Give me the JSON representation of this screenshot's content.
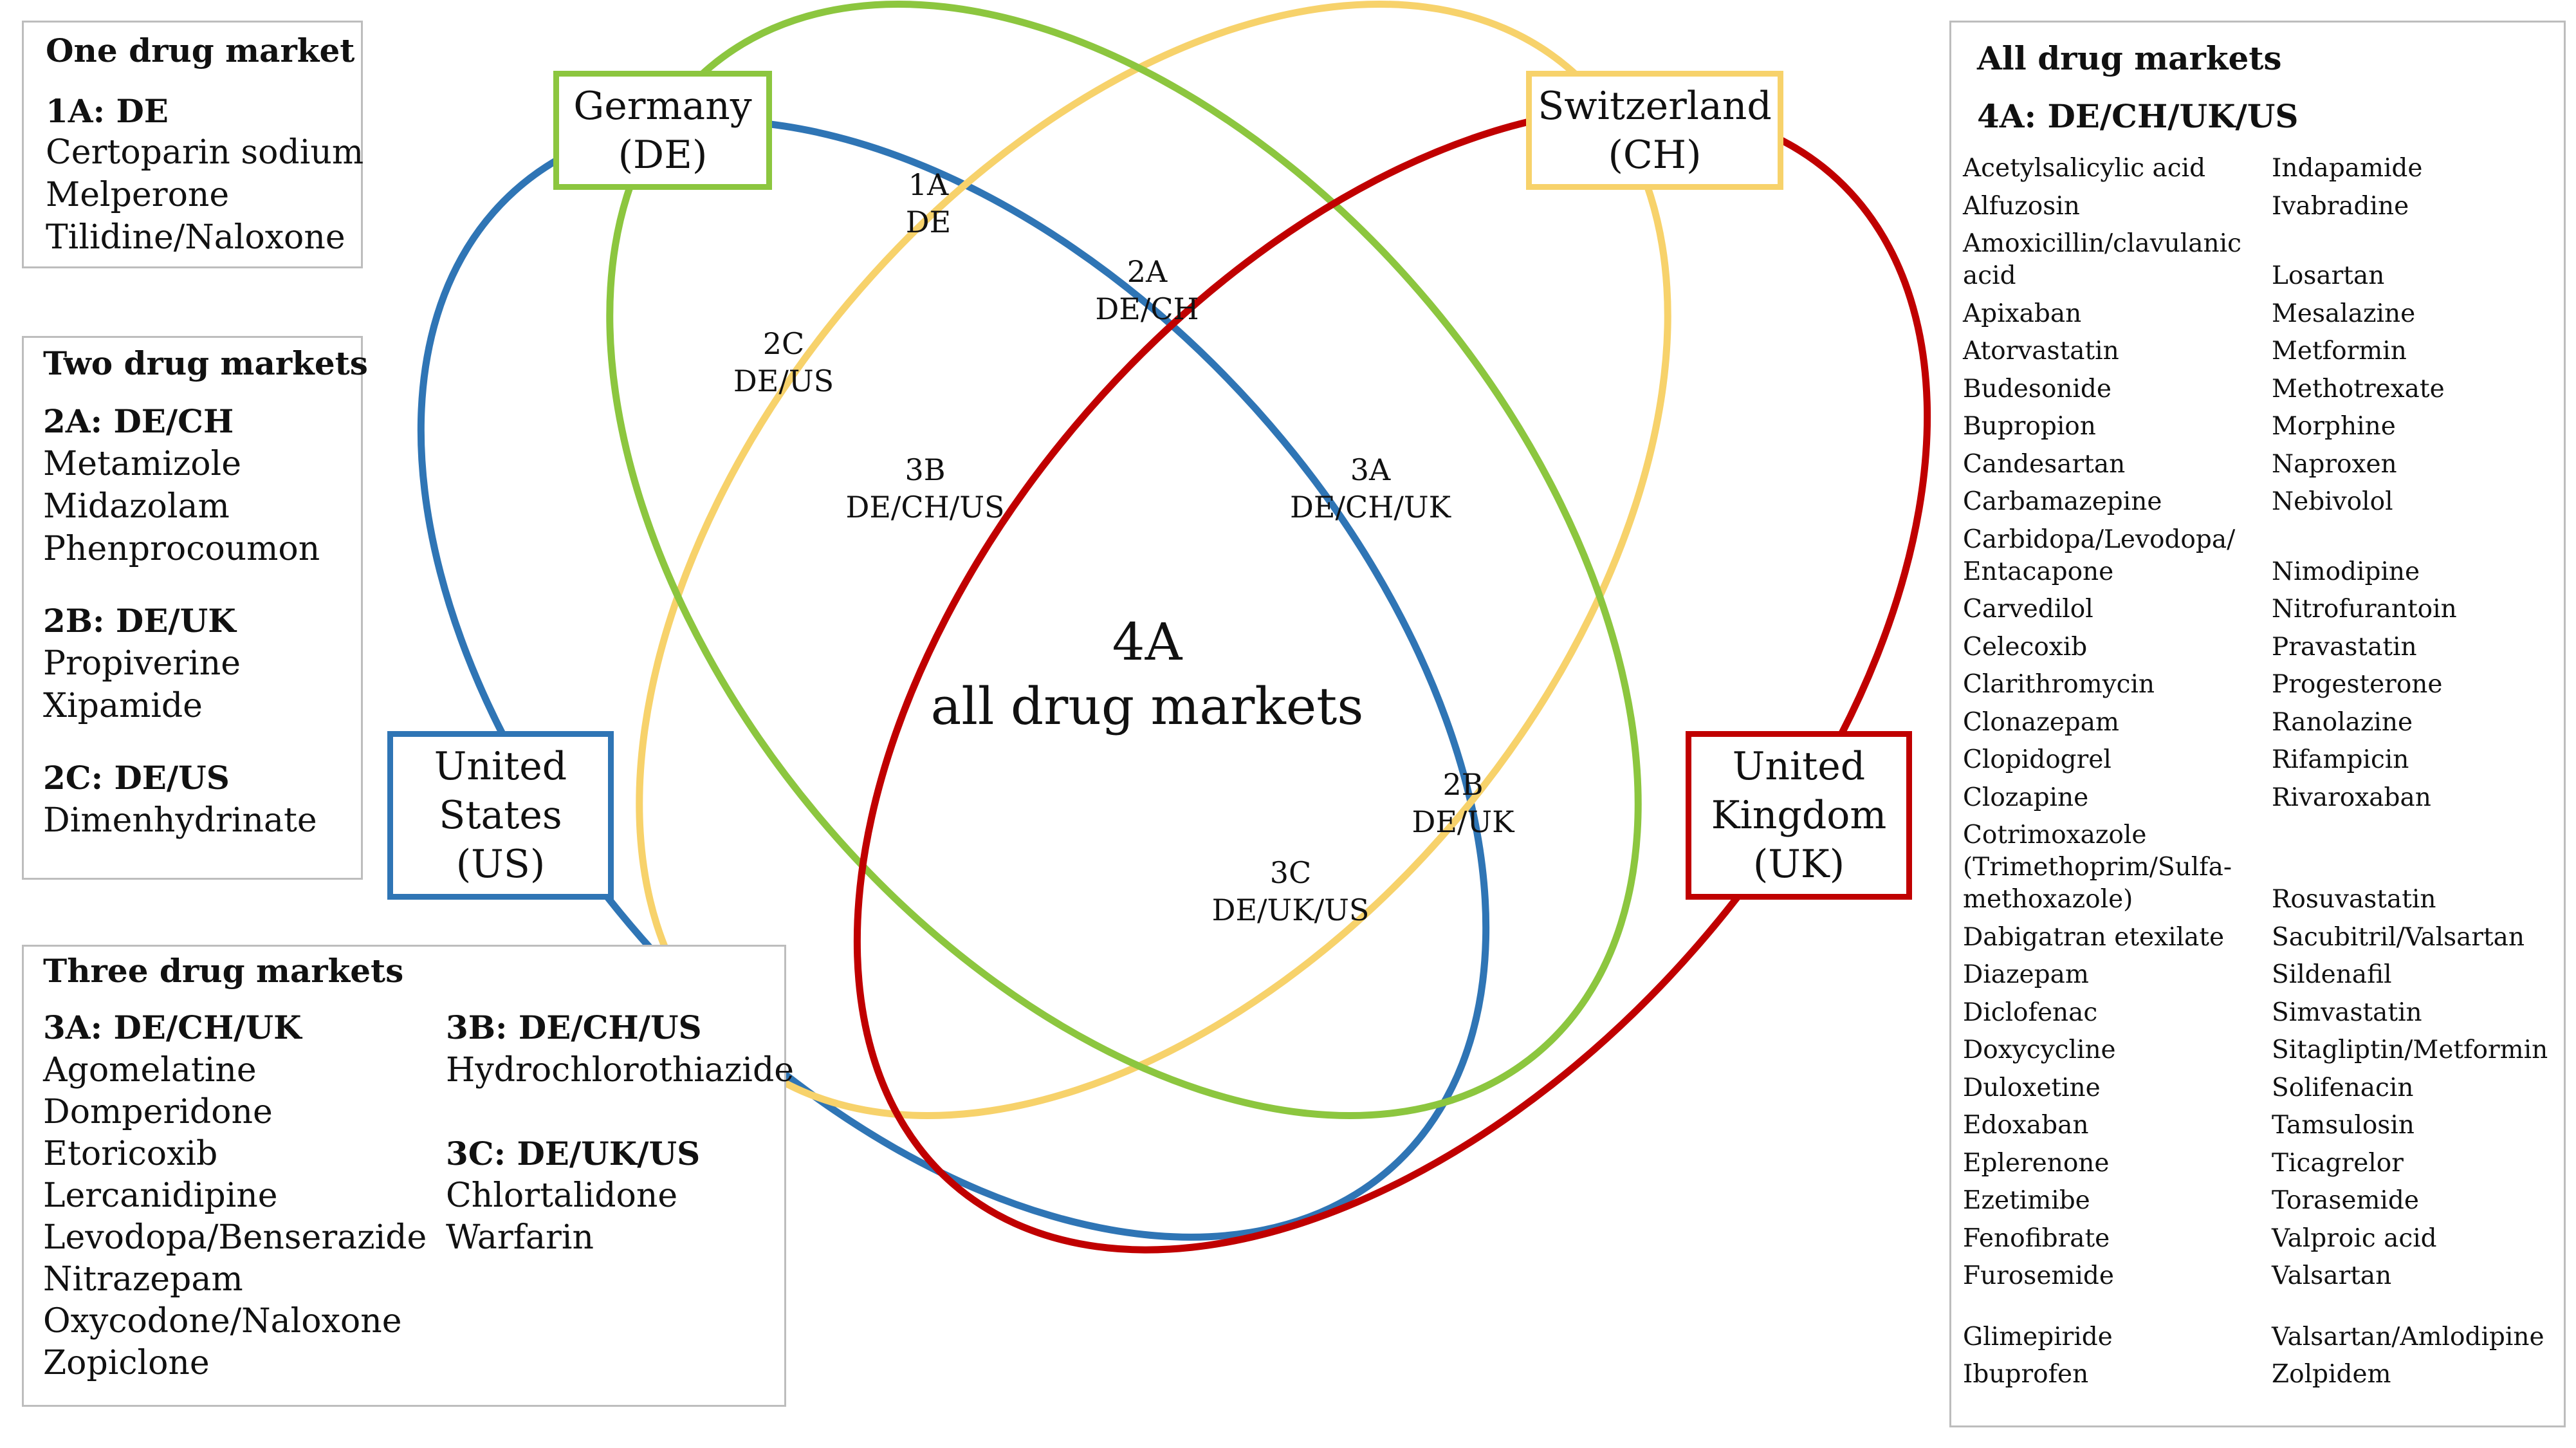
{
  "countries": {
    "germany": {
      "name": "Germany",
      "code": "(DE)",
      "color": "#8cc63f"
    },
    "switzerland": {
      "name": "Switzerland",
      "code": "(CH)",
      "color": "#f7d26b"
    },
    "united_states": {
      "line1": "United",
      "line2": "States",
      "code": "(US)",
      "color": "#2f75b5"
    },
    "united_kingdom": {
      "line1": "United",
      "line2": "Kingdom",
      "code": "(UK)",
      "color": "#c00000"
    }
  },
  "regions": {
    "r1a": {
      "id": "1A",
      "markets": "DE"
    },
    "r2a": {
      "id": "2A",
      "markets": "DE/CH"
    },
    "r2c": {
      "id": "2C",
      "markets": "DE/US"
    },
    "r3b": {
      "id": "3B",
      "markets": "DE/CH/US"
    },
    "r3a": {
      "id": "3A",
      "markets": "DE/CH/UK"
    },
    "r4a": {
      "id": "4A",
      "markets": "all drug markets"
    },
    "r2b": {
      "id": "2B",
      "markets": "DE/UK"
    },
    "r3c": {
      "id": "3C",
      "markets": "DE/UK/US"
    }
  },
  "one_market": {
    "title": "One drug market",
    "groups": [
      {
        "heading": "1A: DE",
        "drugs": [
          "Certoparin sodium",
          "Melperone",
          "Tilidine/Naloxone"
        ]
      }
    ]
  },
  "two_markets": {
    "title": "Two drug markets",
    "groups": [
      {
        "heading": "2A: DE/CH",
        "drugs": [
          "Metamizole",
          "Midazolam",
          "Phenprocoumon"
        ]
      },
      {
        "heading": "2B: DE/UK",
        "drugs": [
          "Propiverine",
          "Xipamide"
        ]
      },
      {
        "heading": "2C: DE/US",
        "drugs": [
          "Dimenhydrinate"
        ]
      }
    ]
  },
  "three_markets": {
    "title": "Three drug markets",
    "groups": [
      {
        "heading": "3A: DE/CH/UK",
        "drugs": [
          "Agomelatine",
          "Domperidone",
          "Etoricoxib",
          "Lercanidipine",
          "Levodopa/Benserazide",
          "Nitrazepam",
          "Oxycodone/Naloxone",
          "Zopiclone"
        ]
      },
      {
        "heading": "3B: DE/CH/US",
        "drugs": [
          "Hydrochlorothiazide"
        ]
      },
      {
        "heading": "3C: DE/UK/US",
        "drugs": [
          "Chlortalidone",
          "Warfarin"
        ]
      }
    ]
  },
  "all_markets": {
    "title": "All drug markets",
    "heading": "4A: DE/CH/UK/US",
    "left_column": [
      [
        "Acetylsalicylic acid"
      ],
      [
        "Alfuzosin"
      ],
      [
        "Amoxicillin/clavulanic",
        "acid"
      ],
      [
        "Apixaban"
      ],
      [
        "Atorvastatin"
      ],
      [
        "Budesonide"
      ],
      [
        "Bupropion"
      ],
      [
        "Candesartan"
      ],
      [
        "Carbamazepine"
      ],
      [
        "Carbidopa/Levodopa/",
        "Entacapone"
      ],
      [
        "Carvedilol"
      ],
      [
        "Celecoxib"
      ],
      [
        "Clarithromycin"
      ],
      [
        "Clonazepam"
      ],
      [
        "Clopidogrel"
      ],
      [
        "Clozapine"
      ],
      [
        "Cotrimoxazole",
        "(Trimethoprim/Sulfa-",
        "methoxazole)"
      ],
      [
        "Dabigatran etexilate"
      ],
      [
        "Diazepam"
      ],
      [
        "Diclofenac"
      ],
      [
        "Doxycycline"
      ],
      [
        "Duloxetine"
      ],
      [
        "Edoxaban"
      ],
      [
        "Eplerenone"
      ],
      [
        "Ezetimibe"
      ],
      [
        "Fenofibrate"
      ],
      [
        "Furosemide"
      ],
      [
        "Glimepiride"
      ],
      [
        "Ibuprofen"
      ]
    ],
    "right_column": [
      "Indapamide",
      "Ivabradine",
      "Losartan",
      "Mesalazine",
      "Metformin",
      "Methotrexate",
      "Morphine",
      "Naproxen",
      "Nebivolol",
      "Nimodipine",
      "Nitrofurantoin",
      "Pravastatin",
      "Progesterone",
      "Ranolazine",
      "Rifampicin",
      "Rivaroxaban",
      "Rosuvastatin",
      "Sacubitril/Valsartan",
      "Sildenafil",
      "Simvastatin",
      "Sitagliptin/Metformin",
      "Solifenacin",
      "Tamsulosin",
      "Ticagrelor",
      "Torasemide",
      "Valproic acid",
      "Valsartan",
      "Valsartan/Amlodipine",
      "Zolpidem"
    ]
  }
}
